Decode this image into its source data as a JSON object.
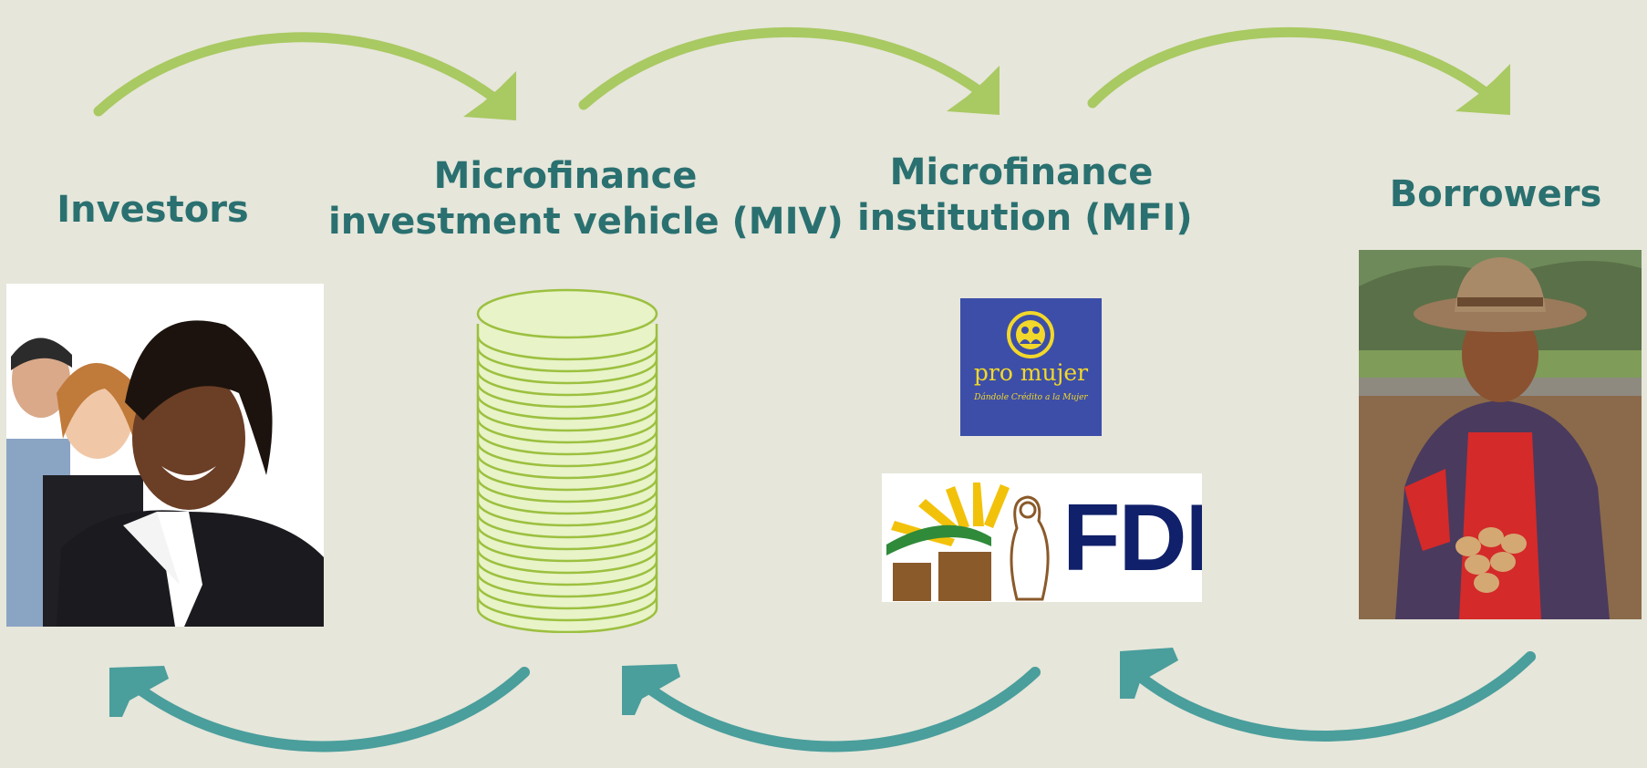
{
  "nodes": [
    {
      "label": "Investors"
    },
    {
      "label_line1": "Microfinance",
      "label_line2": "investment vehicle (MIV)"
    },
    {
      "label_line1": "Microfinance",
      "label_line2": "institution (MFI)"
    },
    {
      "label": "Borrowers"
    }
  ],
  "logos": {
    "pro_mujer": {
      "name": "pro mujer",
      "tagline": "Dándole Crédito a la Mujer"
    },
    "fdl": {
      "name": "FDL"
    }
  },
  "colors": {
    "background": "#e6e6da",
    "label_text": "#2a7070",
    "forward_arrow": "#a9c962",
    "return_arrow": "#4a9e9c",
    "coin_fill": "#e8f3c8",
    "coin_stroke": "#9cc03f"
  },
  "icons": {
    "forward_arrow": "curved-arrow-right",
    "return_arrow": "curved-arrow-left"
  }
}
